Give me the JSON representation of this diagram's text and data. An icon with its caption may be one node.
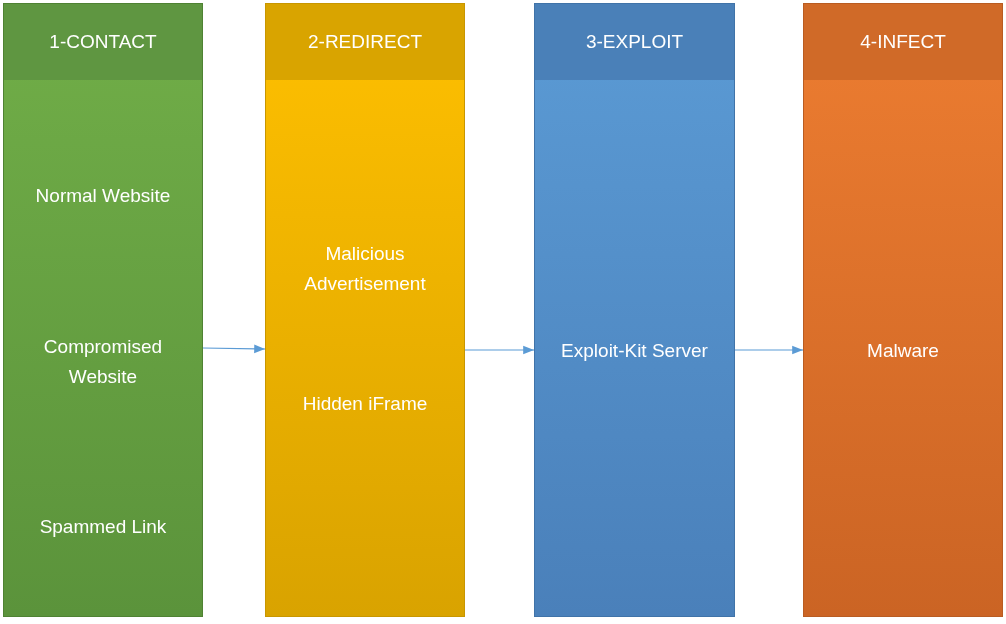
{
  "diagram": {
    "nodes": [
      {
        "text": [
          "1-CONTACT",
          "Normal Website",
          "Compromised Website",
          "Spammed Link"
        ]
      },
      {
        "text": [
          "2-REDIRECT",
          "Malicious Advertisement",
          "Hidden iFrame"
        ]
      },
      {
        "text": [
          "3-EXPLOIT",
          "Exploit-Kit Server"
        ]
      },
      {
        "text": [
          "4-INFECT",
          "Malware"
        ]
      }
    ],
    "edges": [
      {
        "from": 0,
        "to": 1,
        "arrow": "to"
      },
      {
        "from": 1,
        "to": 2,
        "arrow": "to"
      },
      {
        "from": 2,
        "to": 3,
        "arrow": "to"
      }
    ]
  }
}
